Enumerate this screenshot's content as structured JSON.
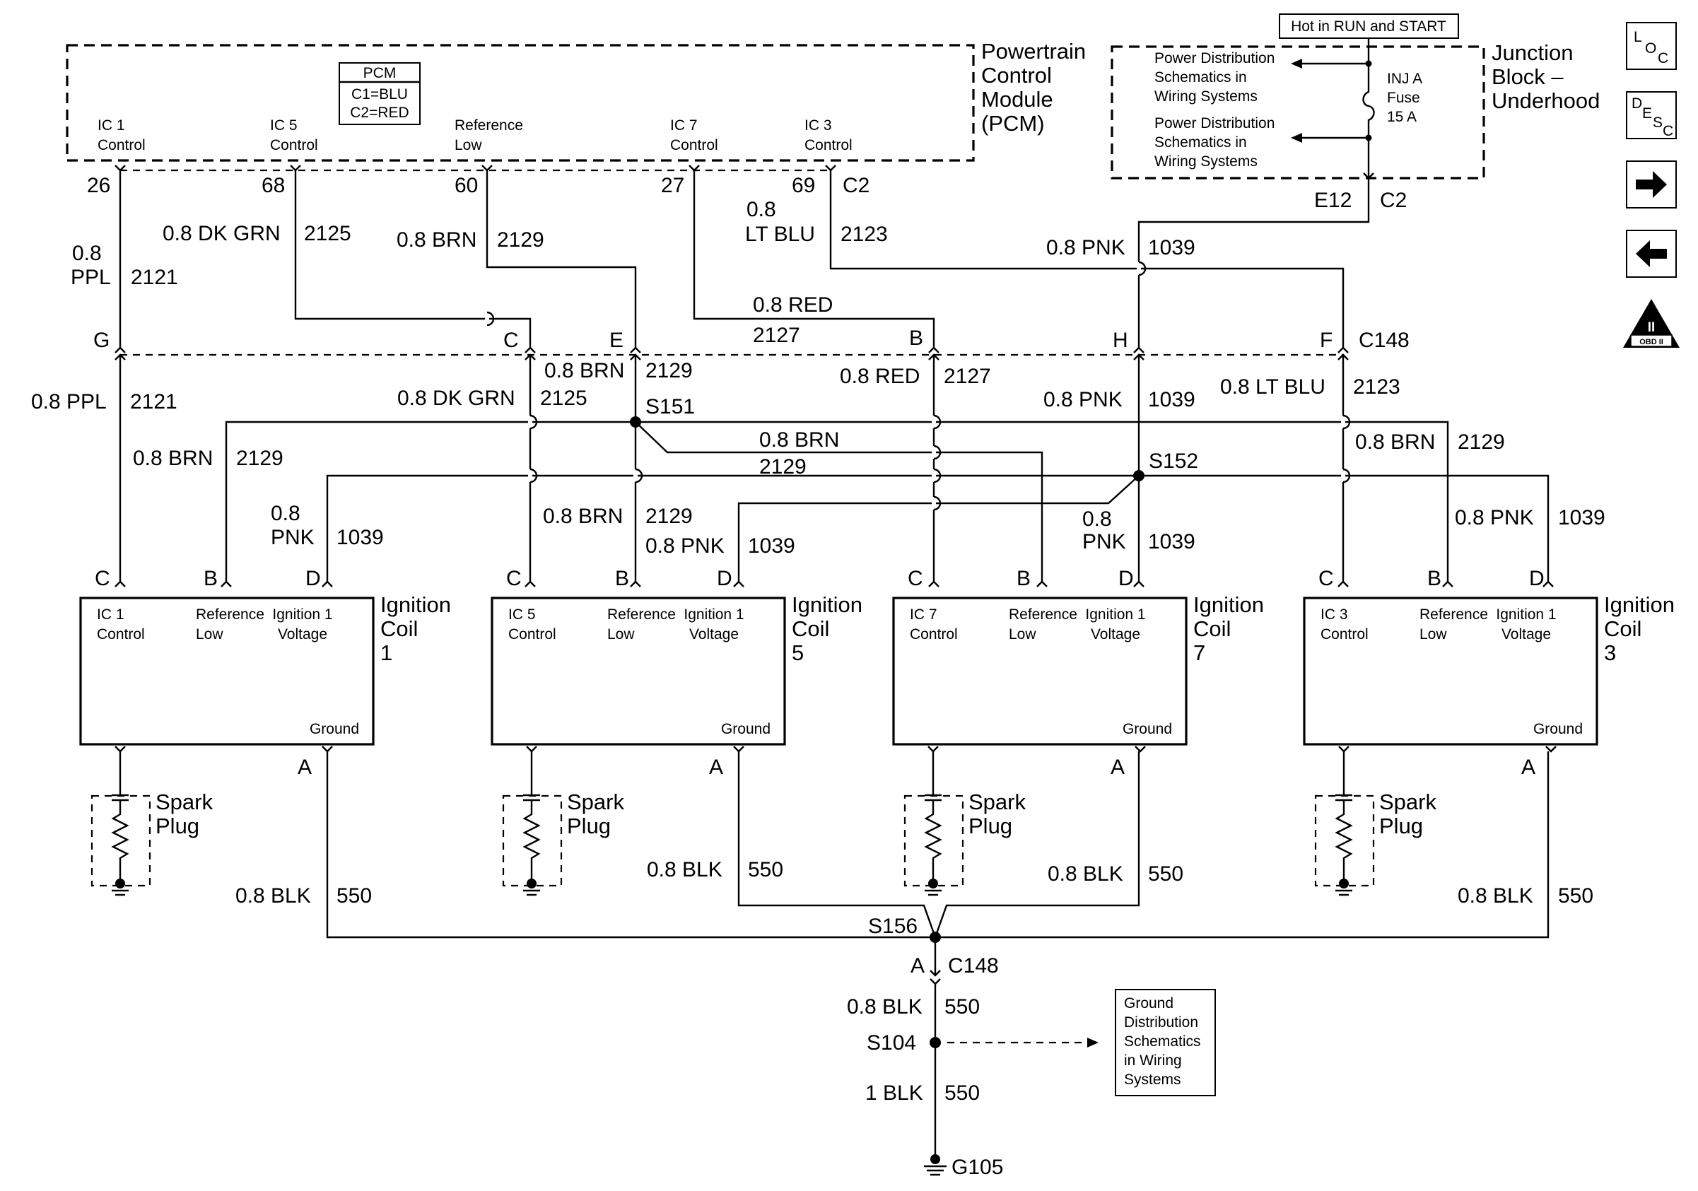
{
  "pcm": {
    "name_lines": [
      "Powertrain",
      "Control",
      "Module",
      "(PCM)"
    ],
    "connector_box": [
      "PCM",
      "C1=BLU",
      "C2=RED"
    ],
    "pins": [
      {
        "label": [
          "IC 1",
          "Control"
        ],
        "pin": "26"
      },
      {
        "label": [
          "IC 5",
          "Control"
        ],
        "pin": "68"
      },
      {
        "label": [
          "Reference",
          "Low"
        ],
        "pin": "60"
      },
      {
        "label": [
          "IC 7",
          "Control"
        ],
        "pin": "27"
      },
      {
        "label": [
          "IC 3",
          "Control"
        ],
        "pin": "69"
      }
    ],
    "connector": "C2"
  },
  "junction_block": {
    "name_lines": [
      "Junction",
      "Block –",
      "Underhood"
    ],
    "hot_label": "Hot in RUN and START",
    "ref1": [
      "Power Distribution",
      "Schematics in",
      "Wiring Systems"
    ],
    "ref2": [
      "Power Distribution",
      "Schematics in",
      "Wiring Systems"
    ],
    "fuse": [
      "INJ A",
      "Fuse",
      "15 A"
    ],
    "pin": "E12",
    "connector": "C2"
  },
  "wires_upper": [
    {
      "size": "0.8",
      "color": "PPL",
      "circuit": "2121"
    },
    {
      "size": "0.8 DK GRN",
      "circuit": "2125"
    },
    {
      "size": "0.8 BRN",
      "circuit": "2129"
    },
    {
      "size": "0.8 RED",
      "circuit": "2127"
    },
    {
      "size": "0.8",
      "color": "LT BLU",
      "circuit": "2123"
    },
    {
      "size": "0.8 PNK",
      "circuit": "1039"
    }
  ],
  "c148": {
    "name": "C148",
    "pins": [
      "G",
      "C",
      "E",
      "B",
      "H",
      "F"
    ]
  },
  "wires_lower": [
    {
      "size": "0.8 PPL",
      "circuit": "2121"
    },
    {
      "size": "0.8 DK GRN",
      "circuit": "2125"
    },
    {
      "size": "0.8 BRN",
      "circuit": "2129"
    },
    {
      "size": "0.8 RED",
      "circuit": "2127"
    },
    {
      "size": "0.8 PNK",
      "circuit": "1039"
    },
    {
      "size": "0.8 LT BLU",
      "circuit": "2123"
    },
    {
      "size": "0.8 BRN",
      "circuit": "2129"
    },
    {
      "size": "0.8 BRN",
      "circuit": "2129"
    },
    {
      "size": "0.8 BRN",
      "circuit": "2129"
    },
    {
      "size": "0.8 BRN",
      "circuit": "2129"
    },
    {
      "size": "0.8",
      "color": "PNK",
      "circuit": "1039"
    },
    {
      "size": "0.8 PNK",
      "circuit": "1039"
    },
    {
      "size": "0.8",
      "color": "PNK",
      "circuit": "1039"
    },
    {
      "size": "0.8 PNK",
      "circuit": "1039"
    }
  ],
  "splices": {
    "s151": "S151",
    "s152": "S152",
    "s156": "S156",
    "s104": "S104"
  },
  "coils": [
    {
      "name": [
        "Ignition",
        "Coil",
        "1"
      ],
      "ic": [
        "IC 1",
        "Control"
      ],
      "ref": [
        "Reference",
        "Low"
      ],
      "ign": [
        "Ignition 1",
        "Voltage"
      ],
      "ground": "Ground",
      "pins": [
        "C",
        "B",
        "D",
        "A"
      ]
    },
    {
      "name": [
        "Ignition",
        "Coil",
        "5"
      ],
      "ic": [
        "IC 5",
        "Control"
      ],
      "ref": [
        "Reference",
        "Low"
      ],
      "ign": [
        "Ignition 1",
        "Voltage"
      ],
      "ground": "Ground",
      "pins": [
        "C",
        "B",
        "D",
        "A"
      ]
    },
    {
      "name": [
        "Ignition",
        "Coil",
        "7"
      ],
      "ic": [
        "IC 7",
        "Control"
      ],
      "ref": [
        "Reference",
        "Low"
      ],
      "ign": [
        "Ignition 1",
        "Voltage"
      ],
      "ground": "Ground",
      "pins": [
        "C",
        "B",
        "D",
        "A"
      ]
    },
    {
      "name": [
        "Ignition",
        "Coil",
        "3"
      ],
      "ic": [
        "IC 3",
        "Control"
      ],
      "ref": [
        "Reference",
        "Low"
      ],
      "ign": [
        "Ignition 1",
        "Voltage"
      ],
      "ground": "Ground",
      "pins": [
        "C",
        "B",
        "D",
        "A"
      ]
    }
  ],
  "spark_plug": [
    "Spark",
    "Plug"
  ],
  "ground_wires": [
    {
      "size": "0.8 BLK",
      "circuit": "550"
    },
    {
      "size": "0.8 BLK",
      "circuit": "550"
    },
    {
      "size": "0.8 BLK",
      "circuit": "550"
    },
    {
      "size": "0.8 BLK",
      "circuit": "550"
    },
    {
      "size": "0.8 BLK",
      "circuit": "550"
    },
    {
      "size": "1 BLK",
      "circuit": "550"
    }
  ],
  "ground_c148": {
    "pin": "A",
    "connector": "C148"
  },
  "ground_ref": [
    "Ground",
    "Distribution",
    "Schematics",
    "in Wiring",
    "Systems"
  ],
  "ground_point": "G105",
  "nav": {
    "loc": [
      "L",
      "O",
      "C"
    ],
    "desc": [
      "D",
      "E",
      "S",
      "C"
    ],
    "obd": [
      "II",
      "OBD II"
    ]
  }
}
